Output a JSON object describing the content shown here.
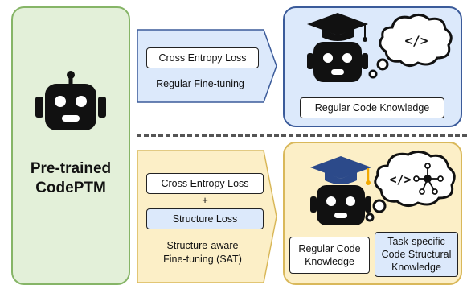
{
  "left_panel": {
    "title_line1": "Pre-trained",
    "title_line2": "CodePTM"
  },
  "top_path": {
    "loss_label": "Cross Entropy Loss",
    "caption": "Regular Fine-tuning",
    "result_box": "Regular Code Knowledge",
    "code_bubble": "</>"
  },
  "bottom_path": {
    "loss_label_1": "Cross Entropy Loss",
    "plus": "+",
    "loss_label_2": "Structure Loss",
    "caption_line1": "Structure-aware",
    "caption_line2": "Fine-tuning (SAT)",
    "result_box_1_line1": "Regular Code",
    "result_box_1_line2": "Knowledge",
    "result_box_2_line1": "Task-specific",
    "result_box_2_line2": "Code Structural",
    "result_box_2_line3": "Knowledge",
    "code_bubble": "</>"
  },
  "colors": {
    "left_fill": "#e3f0d9",
    "left_border": "#86b567",
    "top_arrow_fill": "#dce9fb",
    "top_arrow_border": "#3b5b9a",
    "bottom_arrow_fill": "#fcefc7",
    "bottom_arrow_border": "#d9b85a",
    "structure_loss_fill": "#dce9fb",
    "robot": "#111111"
  },
  "icons": [
    "robot-icon",
    "graduation-cap-icon",
    "thought-bubble-icon",
    "code-icon",
    "graph-node-icon"
  ]
}
